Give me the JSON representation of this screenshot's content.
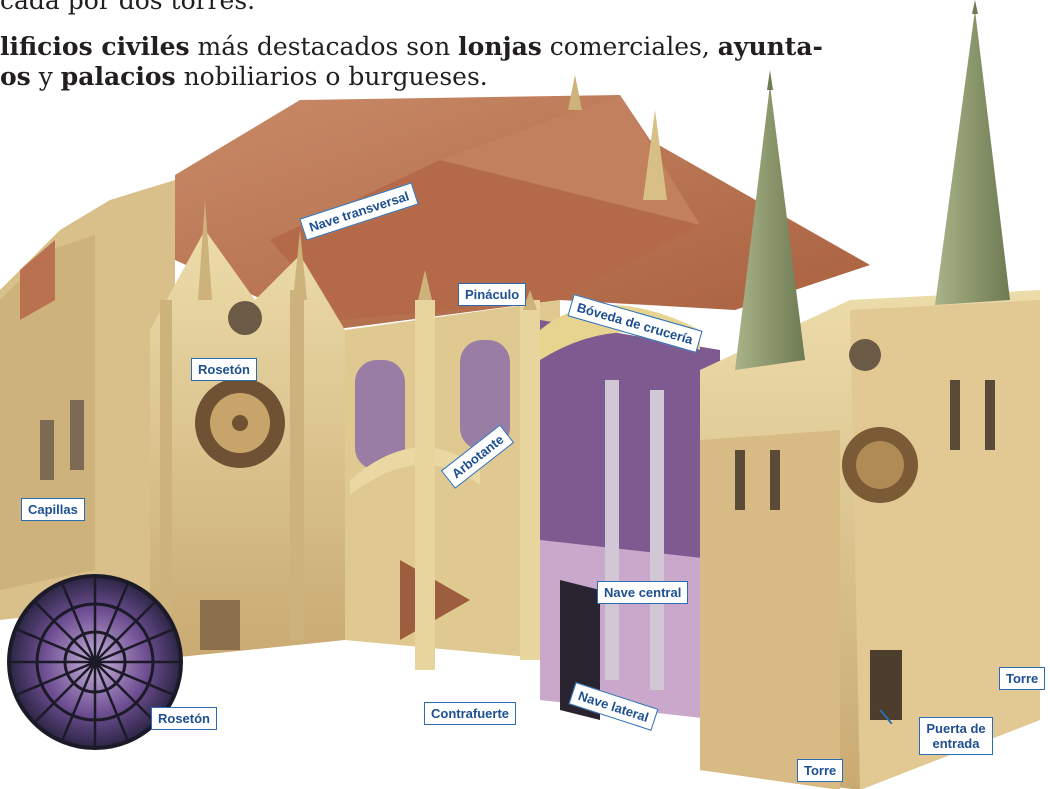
{
  "text": {
    "line1": "cada por dos torres.",
    "line2_parts": [
      "lificios civiles",
      " más destacados son ",
      "lonjas",
      " comerciales, ",
      "ayunta-"
    ],
    "line3_parts": [
      "os",
      " y ",
      "palacios",
      " nobiliarios o burgueses."
    ]
  },
  "labels": {
    "nave_transversal": "Nave transversal",
    "pinaculo": "Pináculo",
    "boveda": "Bóveda de crucería",
    "roseton_top": "Rosetón",
    "arbotante": "Arbotante",
    "capillas": "Capillas",
    "nave_central": "Nave central",
    "roseton_inset": "Rosetón",
    "contrafuerte": "Contrafuerte",
    "nave_lateral": "Nave lateral",
    "torre_right": "Torre",
    "puerta": "Puerta de entrada",
    "torre_bottom": "Torre"
  },
  "colors": {
    "label_border": "#2a6db5",
    "label_text": "#1d4f91",
    "roof": "#b9714f",
    "stone": "#e3cf98",
    "spire": "#8e9a6c"
  }
}
